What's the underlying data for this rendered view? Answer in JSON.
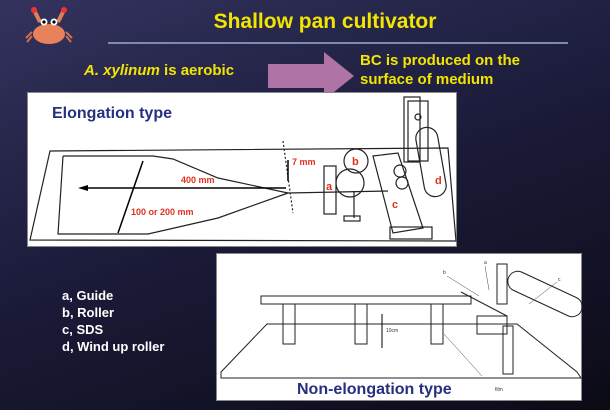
{
  "title": "Shallow pan cultivator",
  "lead": {
    "organism": "A. xylinum",
    "text": " is aerobic"
  },
  "result": {
    "line1": "BC is produced on the",
    "line2": "surface of medium"
  },
  "elongation": {
    "title": "Elongation type",
    "dim_length": "400 mm",
    "dim_width": "100 or 200 mm",
    "dim_gap": "7 mm",
    "labels": [
      "a",
      "b",
      "c",
      "d"
    ]
  },
  "non_elongation": {
    "title": "Non-elongation type",
    "dim_height": "10cm",
    "labels": [
      "a",
      "b",
      "c"
    ],
    "film_label": "film"
  },
  "legend": [
    "a, Guide",
    "b, Roller",
    "c, SDS",
    "d, Wind up roller"
  ],
  "colors": {
    "title": "#f2e600",
    "arrow": "#b073a6",
    "panel_title": "#262f80",
    "dim_label": "#e0301e"
  }
}
